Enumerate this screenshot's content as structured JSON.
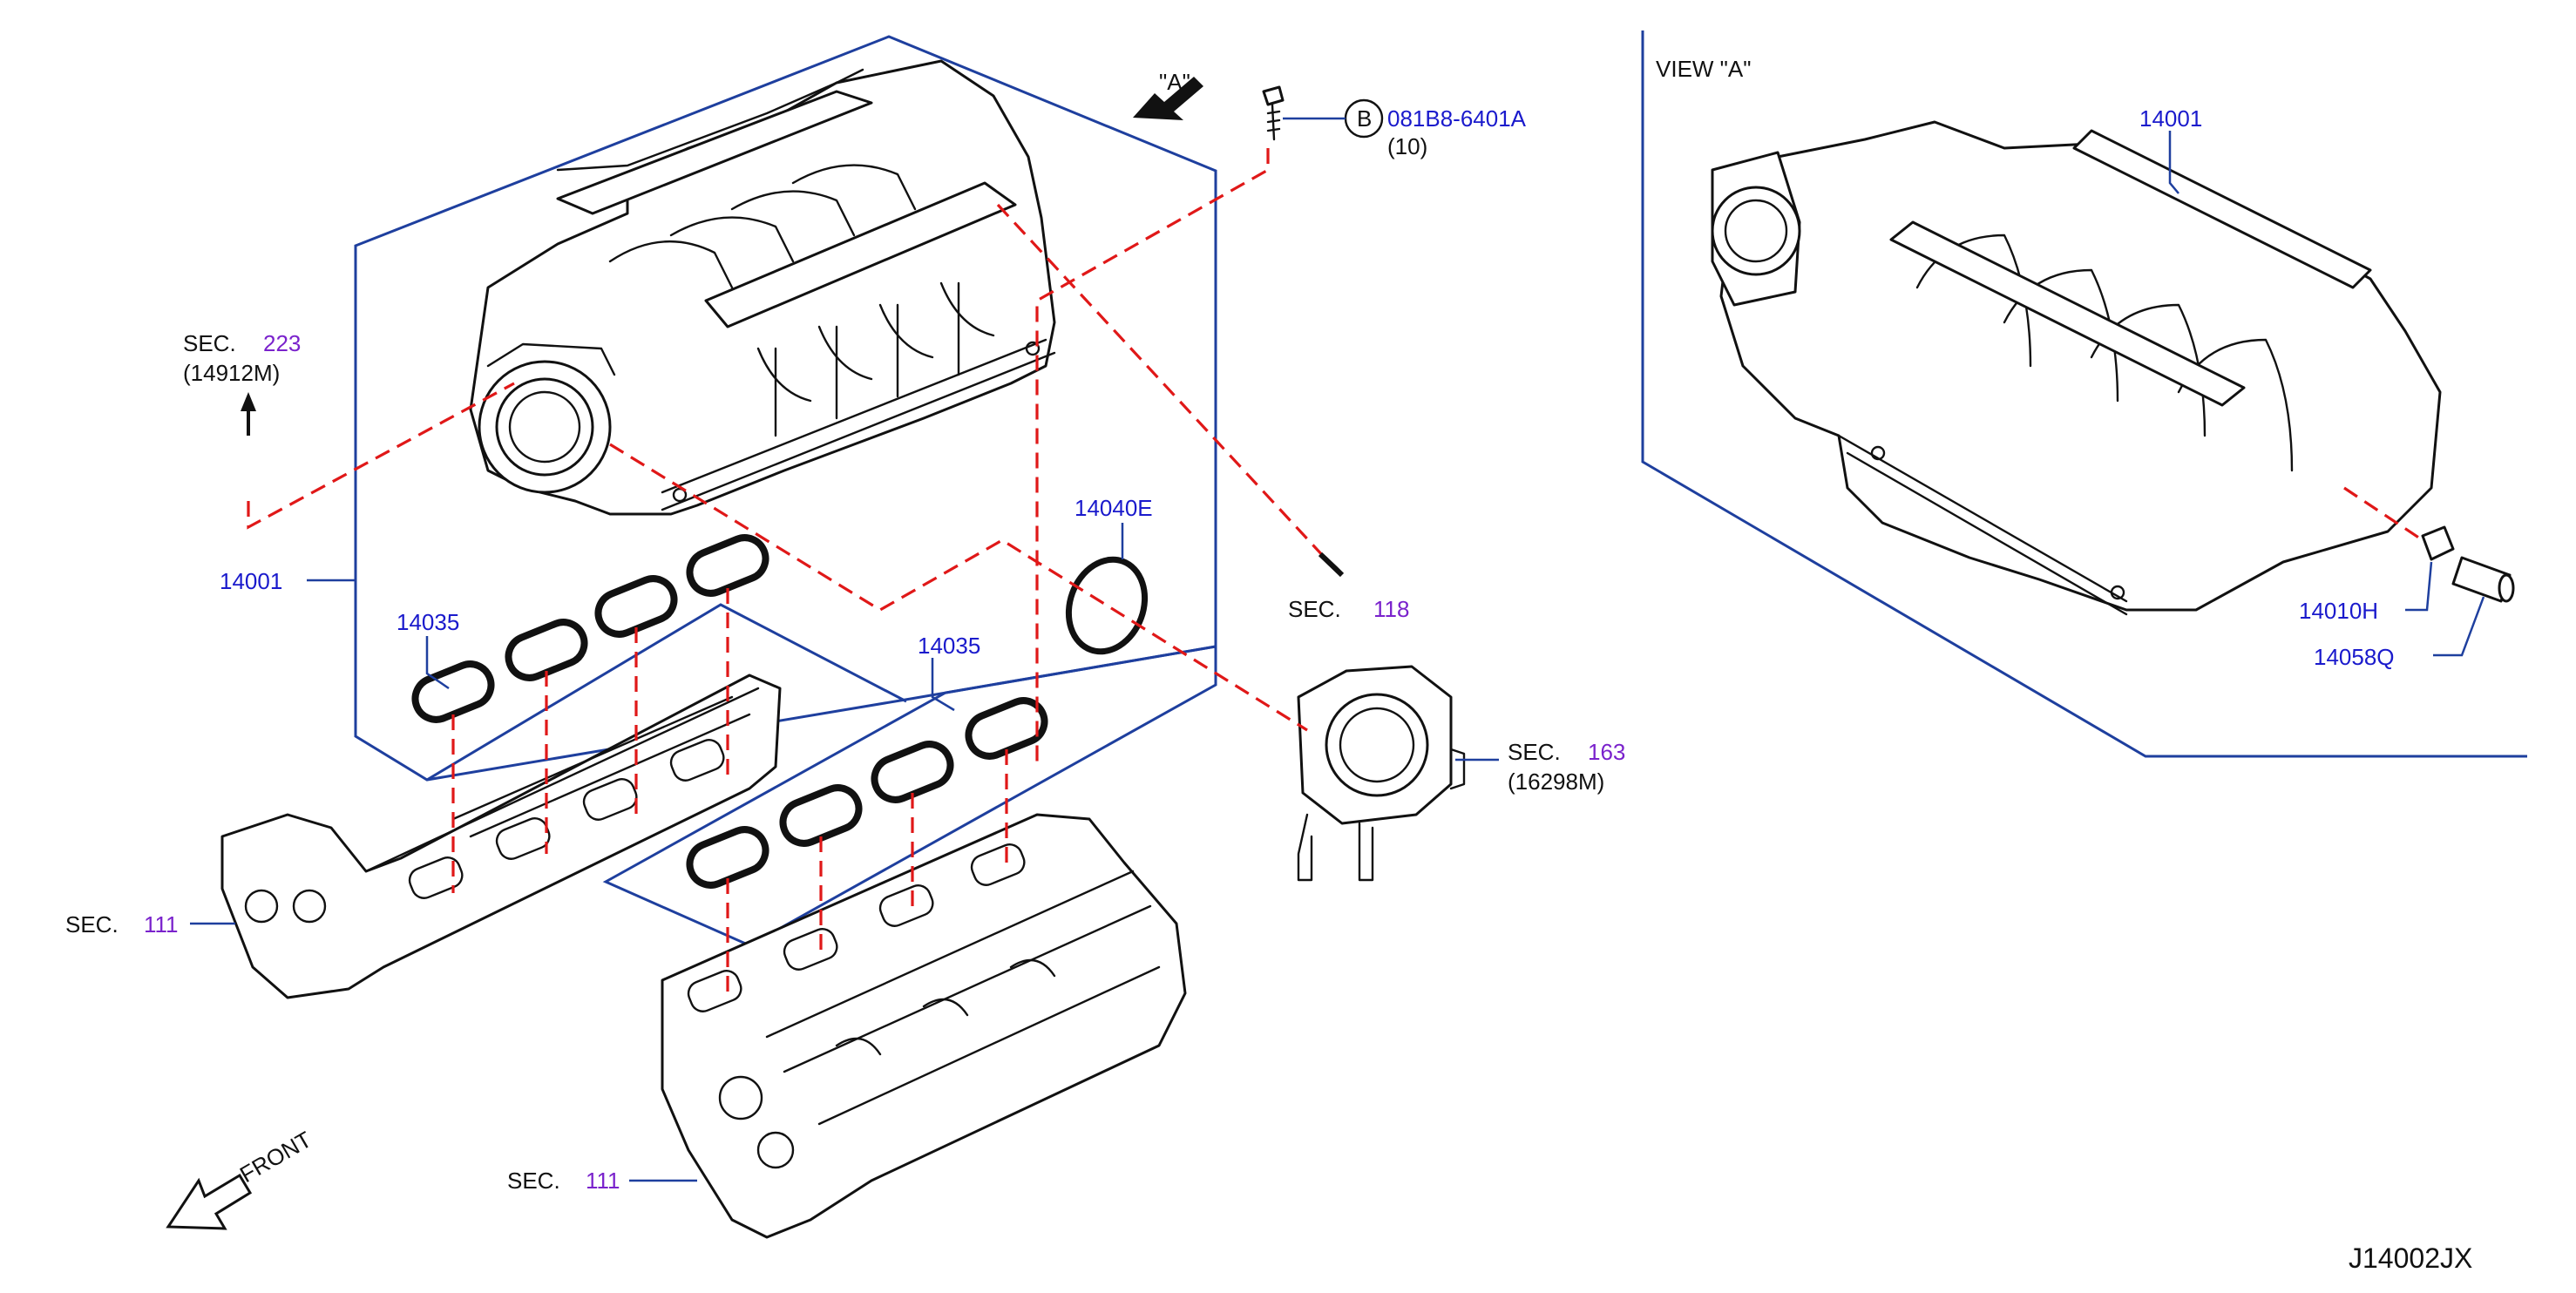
{
  "labels": {
    "view_a": "\"A\"",
    "view_title": "VIEW  \"A\"",
    "bolt_circle": "B",
    "bolt_part": "081B8-6401A",
    "bolt_qty": "(10)",
    "sec_word": "SEC.",
    "sec_223_num": "223",
    "sec_223_sub": "(14912M)",
    "sec_118_num": "118",
    "sec_163_num": "163",
    "sec_163_sub": "(16298M)",
    "sec_111_left_num": "111",
    "sec_111_bottom_num": "111",
    "part_14001_left": "14001",
    "part_14001_view": "14001",
    "part_14035_left": "14035",
    "part_14035_right": "14035",
    "part_14040E": "14040E",
    "part_14010H": "14010H",
    "part_14058Q": "14058Q",
    "front": "FRONT",
    "diagram_code": "J14002JX"
  },
  "colors": {
    "part_number": "#1a1acc",
    "section_number": "#7a22cc",
    "frame": "#1e3f9e",
    "hidden_line": "#e01818",
    "outline": "#111111"
  }
}
